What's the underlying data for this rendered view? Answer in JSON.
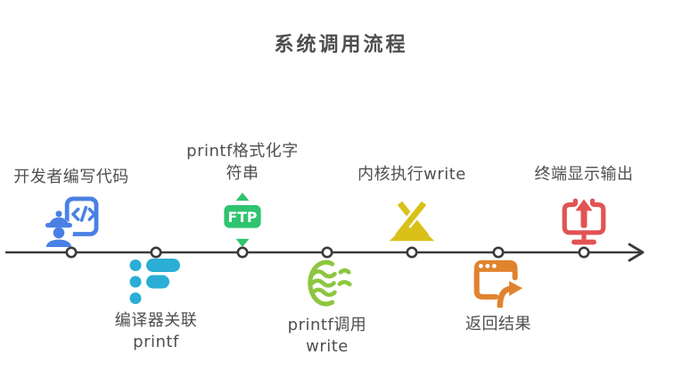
{
  "title": "系统调用流程",
  "colors": {
    "timeline": "#3b3b3b",
    "text": "#4f4f4f",
    "title": "#4e4e4e"
  },
  "timeline": {
    "nodes": [
      {
        "label": "开发者编写代码",
        "side": "above",
        "icon": "developer-icon",
        "color": "#4a80e4"
      },
      {
        "label": "编译器关联\nprintf",
        "side": "below",
        "icon": "list-icon",
        "color": "#2aaed6"
      },
      {
        "label": "printf格式化字\n符串",
        "side": "above",
        "icon": "ftp-transfer-icon",
        "color": "#2ec46f",
        "icon_text": "FTP"
      },
      {
        "label": "printf调用\nwrite",
        "side": "below",
        "icon": "stream-icon",
        "color": "#8dc63f"
      },
      {
        "label": "内核执行write",
        "side": "above",
        "icon": "campground-icon",
        "color": "#d9c119"
      },
      {
        "label": "返回结果",
        "side": "below",
        "icon": "window-redirect-icon",
        "color": "#e0832e"
      },
      {
        "label": "终端显示输出",
        "side": "above",
        "icon": "monitor-upload-icon",
        "color": "#e25353"
      }
    ]
  }
}
